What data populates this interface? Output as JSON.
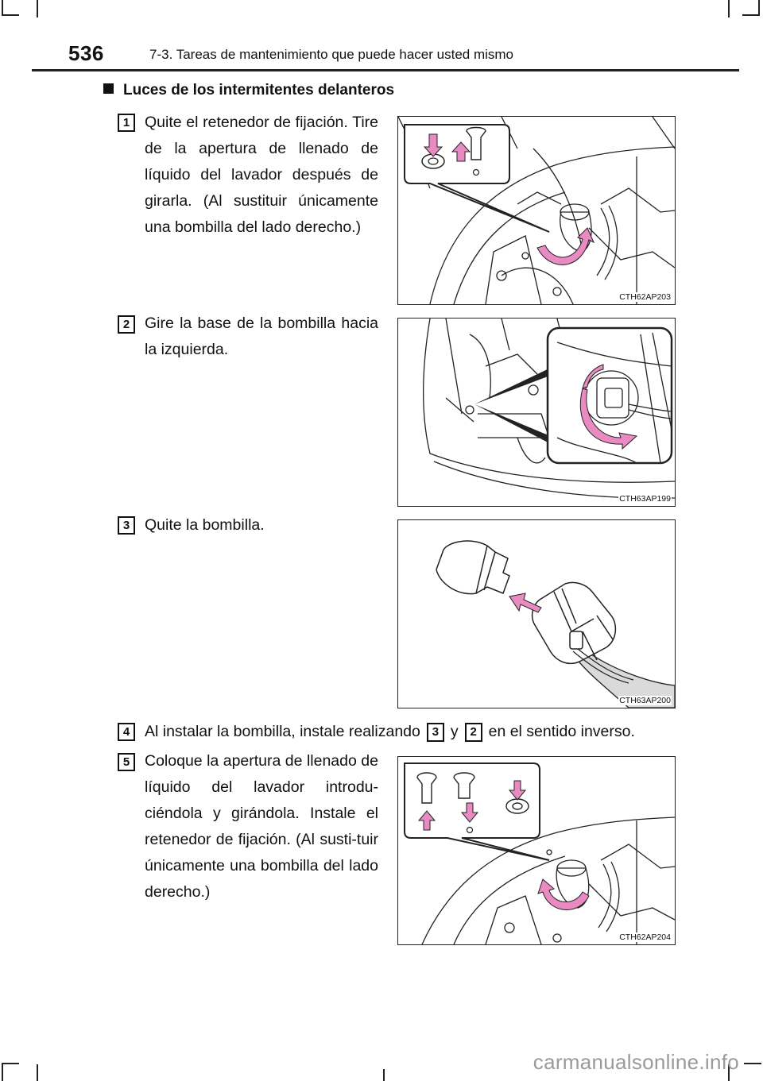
{
  "header": {
    "page_number": "536",
    "chapter_title": "7-3. Tareas de mantenimiento que puede hacer usted mismo"
  },
  "section": {
    "heading": "Luces de los intermitentes delanteros"
  },
  "steps": [
    {
      "number": "1",
      "text": "Quite el retenedor de fijación. Tire de la apertura de llenado de líquido del lavador después de girarla. (Al sustituir únicamente una bombilla del lado derecho.)",
      "figure_code": "CTH62AP203"
    },
    {
      "number": "2",
      "text": "Gire la base de la bombilla hacia la izquierda.",
      "figure_code": "CTH63AP199"
    },
    {
      "number": "3",
      "text": "Quite la bombilla.",
      "figure_code": "CTH63AP200"
    },
    {
      "number": "4",
      "text_before": "Al instalar la bombilla, instale realizando",
      "ref_a": "3",
      "text_middle": "y",
      "ref_b": "2",
      "text_after": "en el sentido inverso."
    },
    {
      "number": "5",
      "text": "Coloque la apertura de llenado de líquido del lavador introdu-ciéndola y girándola. Instale el retenedor de fijación. (Al susti-tuir únicamente una bombilla del lado derecho.)",
      "figure_code": "CTH62AP204"
    }
  ],
  "footer": {
    "watermark": "carmanualsonline.info"
  },
  "colors": {
    "accent_arrow": "#e98ac2",
    "line": "#222222"
  }
}
